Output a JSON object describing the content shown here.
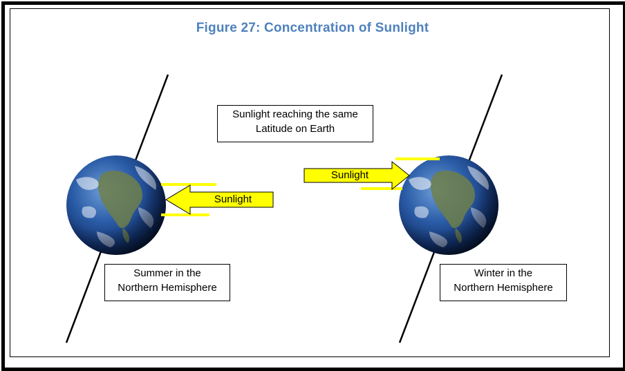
{
  "figure": {
    "title": "Figure 27: Concentration of Sunlight"
  },
  "center_caption": {
    "line1": "Sunlight reaching the same",
    "line2": "Latitude on Earth"
  },
  "left_panel": {
    "arrow_label": "Sunlight",
    "caption_line1": "Summer in the",
    "caption_line2": "Northern Hemisphere"
  },
  "right_panel": {
    "arrow_label": "Sunlight",
    "caption_line1": "Winter in the",
    "caption_line2": "Northern Hemisphere"
  },
  "colors": {
    "title": "#4f81bd",
    "sunlight_fill": "#ffff00",
    "ocean": "#1f4f9a",
    "land": "#6e7f4a"
  }
}
